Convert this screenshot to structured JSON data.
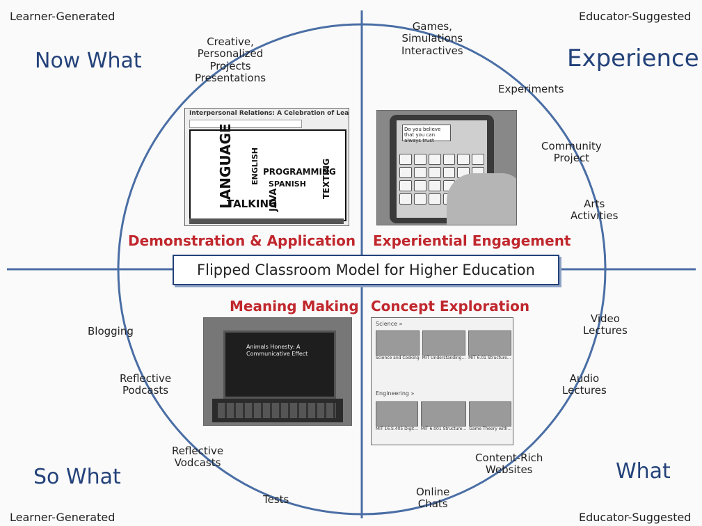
{
  "corners": {
    "top_left": "Learner-Generated",
    "top_right": "Educator-Suggested",
    "bottom_left": "Learner-Generated",
    "bottom_right": "Educator-Suggested"
  },
  "quadrants": {
    "top_left": "Now What",
    "top_right": "Experience",
    "bottom_left": "So What",
    "bottom_right": "What"
  },
  "center_title": "Flipped Classroom Model for Higher Education",
  "section_labels": {
    "top_left": "Demonstration & Application",
    "top_right": "Experiential Engagement",
    "bottom_left": "Meaning Making",
    "bottom_right": "Concept Exploration"
  },
  "items": {
    "creative": [
      "Creative,",
      "Personalized",
      "Projects",
      "Presentations"
    ],
    "games": [
      "Games,",
      "Simulations",
      "Interactives"
    ],
    "experiments": [
      "Experiments"
    ],
    "community": [
      "Community",
      "Project"
    ],
    "arts": [
      "Arts",
      "Activities"
    ],
    "video": [
      "Video",
      "Lectures"
    ],
    "audio": [
      "Audio",
      "Lectures"
    ],
    "content": [
      "Content-Rich",
      "Websites"
    ],
    "chats": [
      "Online",
      "Chats"
    ],
    "tests": [
      "Tests"
    ],
    "vodcasts": [
      "Reflective",
      "Vodcasts"
    ],
    "podcasts": [
      "Reflective",
      "Podcasts"
    ],
    "blogging": [
      "Blogging"
    ]
  },
  "screenshots": {
    "word_cloud_title": "Interpersonal Relations: A Celebration of Learning",
    "word_cloud_words": [
      "LANGUAGE",
      "ENGLISH",
      "PROGRAMMING",
      "SPANISH",
      "TEXTING",
      "TALKING",
      "JAVA"
    ],
    "tablet_bubble": "Do you believe that you can always trust",
    "laptop_text": [
      "Animals Honesty: A",
      "Communicative Effect"
    ],
    "video_sections": [
      "Science »",
      "Engineering »"
    ],
    "video_captions_row1": [
      "Science and Cooking",
      "MIT Understanding...",
      "MIT 6.01 Structure..."
    ],
    "video_captions_row2": [
      "MIT 16.S.405 Digit...",
      "MIT 6.001 Structure...",
      "Game Theory with..."
    ]
  },
  "colors": {
    "line_blue": "#4a6ea5",
    "accent_red": "#c0272d",
    "title_blue": "#24427a"
  }
}
